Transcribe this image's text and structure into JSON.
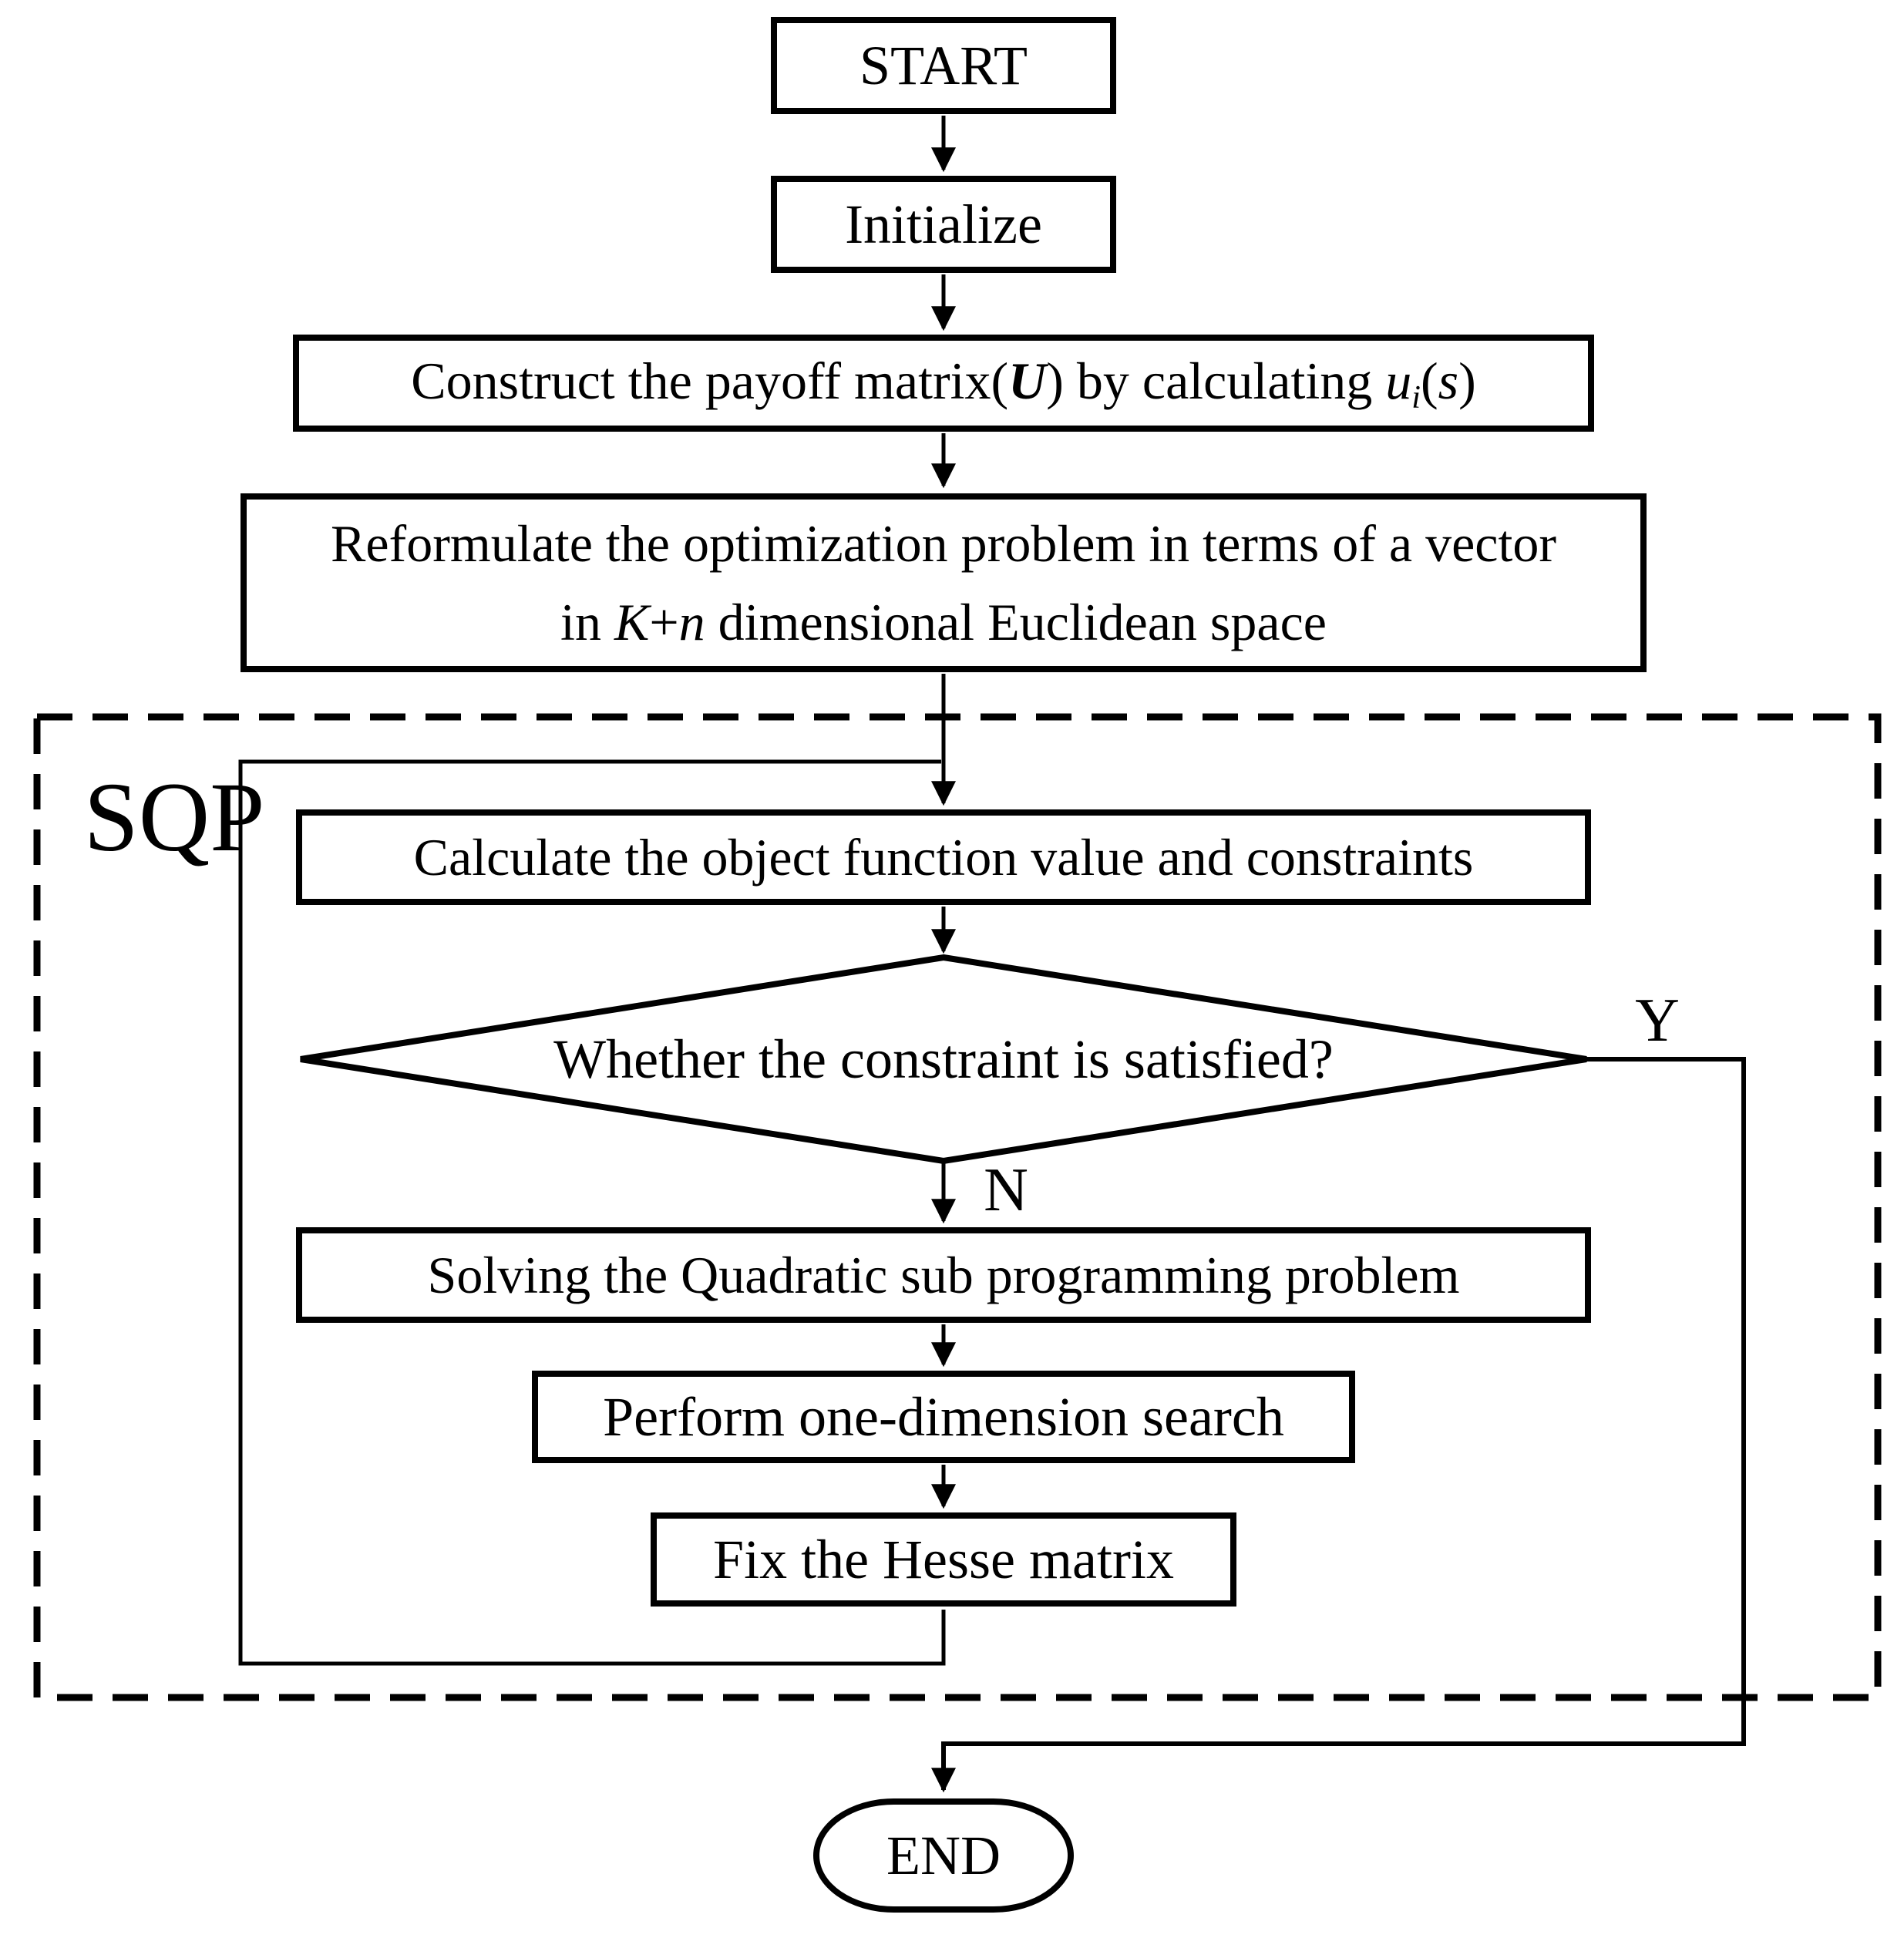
{
  "figure": {
    "type": "flowchart",
    "background_color": "#ffffff",
    "ink_color": "#000000"
  },
  "labels": {
    "group": "SQP",
    "yes": "Y",
    "no": "N"
  },
  "nodes": {
    "start": "START",
    "initialize": "Initialize",
    "construct": {
      "before": "Construct the payoff matrix(",
      "matrix_symbol": "U",
      "middle": ") by calculating ",
      "payoff_var": "u",
      "payoff_sub": "i",
      "args_open": "(",
      "args_var": "s",
      "args_close": ")"
    },
    "reformulate": {
      "line1": "Reformulate the optimization problem in terms of a vector",
      "line2_before": "in ",
      "dim_k": "K",
      "dim_plus": "+",
      "dim_n": "n",
      "line2_after": " dimensional Euclidean space"
    },
    "calculate": "Calculate the object function value and constraints",
    "decision": "Whether the constraint is satisfied?",
    "solving": "Solving the Quadratic sub programming problem",
    "perform": "Perform one-dimension search",
    "fix": "Fix the Hesse matrix",
    "end": "END"
  }
}
